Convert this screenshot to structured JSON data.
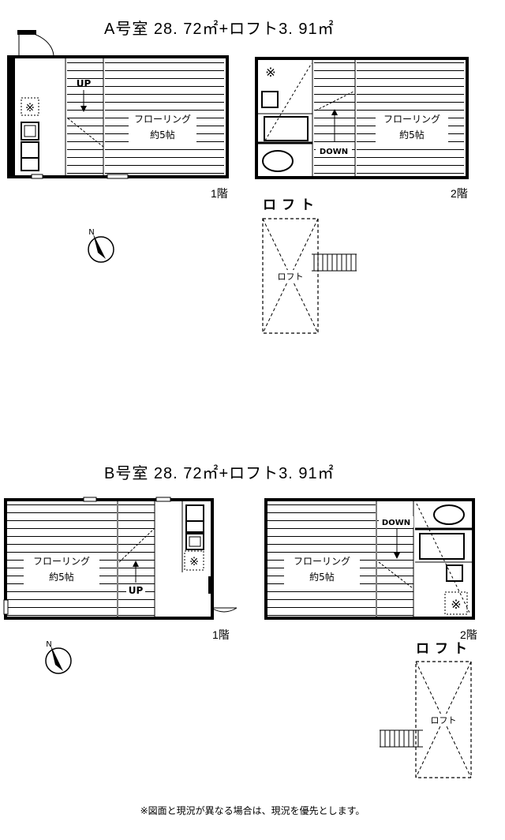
{
  "units": [
    {
      "title": "A号室  28. 72㎡+ロフト3. 91㎡",
      "floor1_label": "1階",
      "floor2_label": "2階",
      "loft_heading": "ロフト",
      "room_type": "フローリング",
      "room_size": "約5帖",
      "stair_up": "UP",
      "stair_down": "DOWN",
      "loft_room": "ロフト",
      "compass": "N"
    },
    {
      "title": "B号室  28. 72㎡+ロフト3. 91㎡",
      "floor1_label": "1階",
      "floor2_label": "2階",
      "loft_heading": "ロフト",
      "room_type": "フローリング",
      "room_size": "約5帖",
      "stair_up": "UP",
      "stair_down": "DOWN",
      "loft_room": "ロフト",
      "compass": "N"
    }
  ],
  "footer_note": "※図面と現況が異なる場合は、現況を優先とします。"
}
